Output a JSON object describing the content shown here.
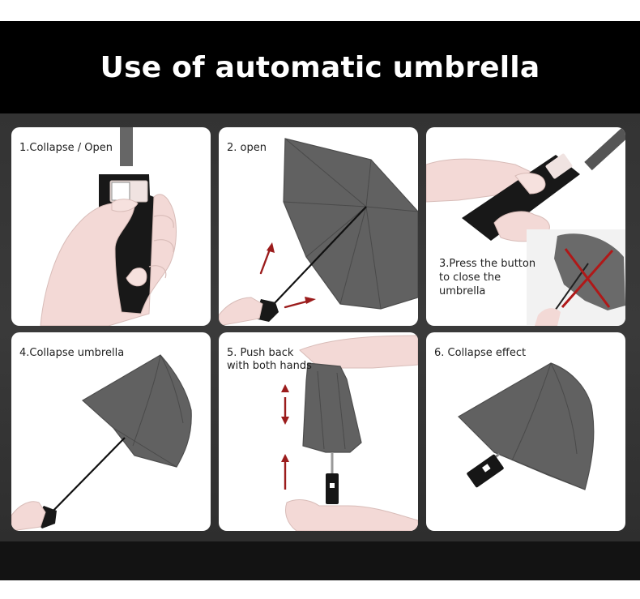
{
  "title": "Use of automatic umbrella",
  "colors": {
    "header": "#000000",
    "panel_area": "#353535",
    "umbrella": "#616161",
    "skin": "#f3d9d6",
    "arrow": "#9b1c1c",
    "cross": "#b01818"
  },
  "steps": [
    {
      "label": "1.Collapse / Open",
      "icon": "hand-holding-handle-icon"
    },
    {
      "label": "2. open",
      "icon": "open-umbrella-icon"
    },
    {
      "label": "3.Press the button to close the umbrella",
      "icon": "press-button-icon"
    },
    {
      "label": "4.Collapse umbrella",
      "icon": "collapsing-umbrella-icon"
    },
    {
      "label": "5. Push back with both hands",
      "icon": "push-back-hands-icon"
    },
    {
      "label": "6. Collapse effect",
      "icon": "collapsed-umbrella-icon"
    }
  ]
}
